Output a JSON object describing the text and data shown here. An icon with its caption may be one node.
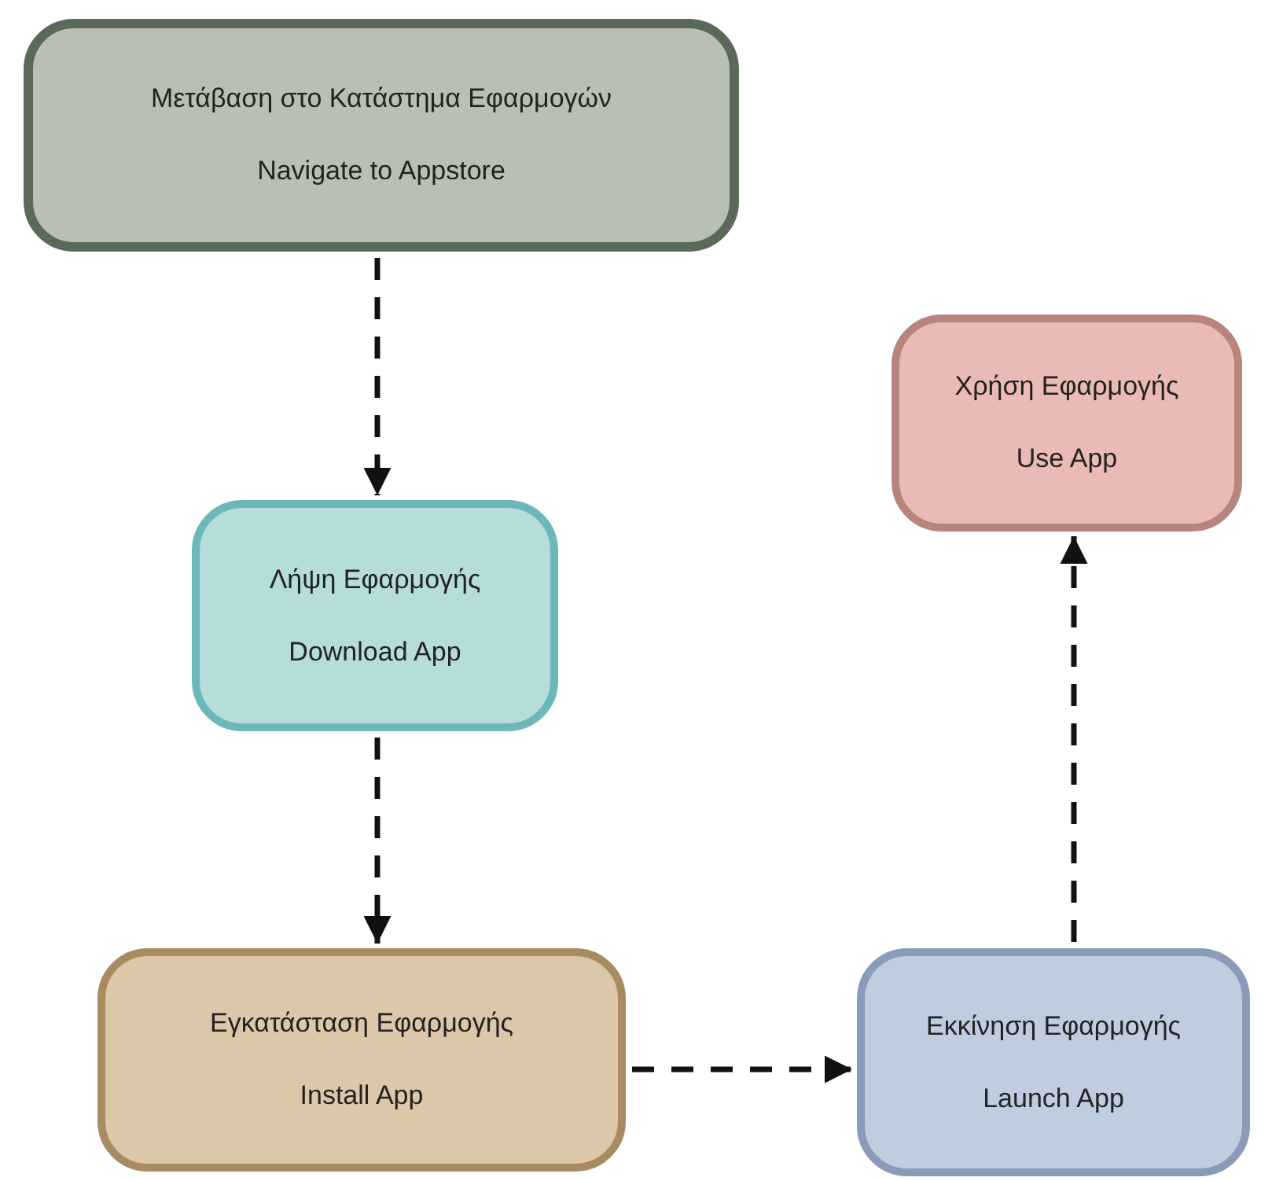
{
  "diagram": {
    "nodes": [
      {
        "text": [
          "Μετάβαση στο Κατάστημα Εφαρμογών",
          "Navigate to Appstore"
        ]
      },
      {
        "text": [
          "Λήψη Εφαρμογής",
          "Download App"
        ]
      },
      {
        "text": [
          "Εγκατάσταση Εφαρμογής",
          "Install App"
        ]
      },
      {
        "text": [
          "Εκκίνηση Εφαρμογής",
          "Launch App"
        ]
      },
      {
        "text": [
          "Χρήση Εφαρμογής",
          "Use App"
        ]
      }
    ],
    "edges": [
      {
        "from": 0,
        "to": 1,
        "arrow": "to",
        "style": "dashed"
      },
      {
        "from": 1,
        "to": 2,
        "arrow": "to",
        "style": "dashed"
      },
      {
        "from": 2,
        "to": 3,
        "arrow": "to",
        "style": "dashed"
      },
      {
        "from": 3,
        "to": 4,
        "arrow": "to",
        "style": "dashed"
      }
    ]
  }
}
